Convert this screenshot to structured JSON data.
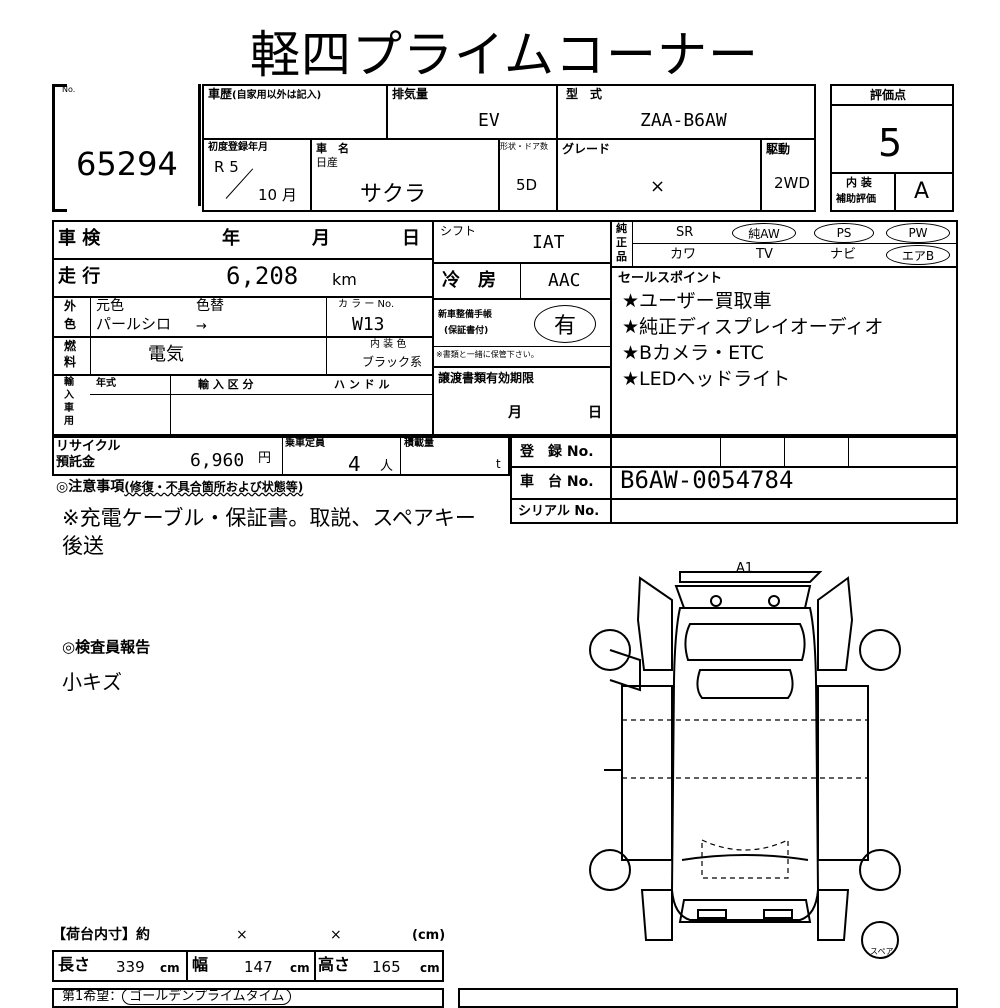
{
  "header": {
    "title": "軽四プライムコーナー"
  },
  "lot": {
    "label": "No.",
    "number": "65294"
  },
  "history": {
    "label": "車歴",
    "note": "(自家用以外は記入)"
  },
  "displacement": {
    "label": "排気量",
    "value": "EV"
  },
  "model": {
    "label": "型　式",
    "value": "ZAA-B6AW"
  },
  "rating": {
    "label": "評価点",
    "value": "5",
    "interior_label": "内 装",
    "interior_sub": "補助評価",
    "interior_value": "A"
  },
  "first_reg": {
    "label": "初度登録年月",
    "era": "R 5",
    "month": "10",
    "month_unit": "月"
  },
  "car_name": {
    "label": "車　名",
    "maker": "日産",
    "name": "サクラ"
  },
  "doors": {
    "label": "形状・ドア数",
    "value": "5D"
  },
  "grade": {
    "label": "グレード",
    "value": "×"
  },
  "drive": {
    "label": "駆動",
    "value": "2WD"
  },
  "inspection": {
    "label": "車 検",
    "year": "年",
    "month": "月",
    "day": "日"
  },
  "shift": {
    "label": "シフト",
    "value": "IAT"
  },
  "mileage": {
    "label": "走 行",
    "value": "6,208",
    "unit": "km"
  },
  "ac": {
    "label": "冷　房",
    "value": "AAC"
  },
  "equipment": {
    "label_1": "純",
    "label_2": "正",
    "label_3": "品",
    "row1": [
      "SR",
      "純AW",
      "PS",
      "PW"
    ],
    "row2": [
      "カワ",
      "TV",
      "ナビ",
      "エアB"
    ]
  },
  "color": {
    "side_label_1": "外",
    "side_label_2": "色",
    "original_label": "元色",
    "change_label": "色替",
    "original": "パールシロ",
    "arrow": "→",
    "color_no_label": "カ ラ ー No.",
    "color_no": "W13"
  },
  "manual": {
    "label": "新車整備手帳",
    "sub": "(保証書付)",
    "value": "有",
    "note": "※書類と一緒に保管下さい。"
  },
  "sales_points": {
    "label": "セールスポイント",
    "items": [
      "★ユーザー買取車",
      "★純正ディスプレイオーディオ",
      "★Bカメラ・ETC",
      "★LEDヘッドライト"
    ]
  },
  "fuel": {
    "label_1": "燃",
    "label_2": "料",
    "value": "電気",
    "interior_color_label": "内 装 色",
    "interior_color": "ブラック系"
  },
  "import": {
    "side_label": [
      "輸",
      "入",
      "車",
      "用"
    ],
    "year_label": "年式",
    "type_label": "輸 入 区 分",
    "handle_label": "ハ ン ド ル"
  },
  "transfer": {
    "label": "譲渡書類有効期限",
    "month": "月",
    "day": "日"
  },
  "recycle": {
    "label_1": "リサイクル",
    "label_2": "預託金",
    "value": "6,960",
    "unit": "円"
  },
  "capacity": {
    "label": "乗車定員",
    "value": "4",
    "unit": "人"
  },
  "load": {
    "label": "積載量",
    "unit": "t"
  },
  "registration": {
    "label": "登　録 No."
  },
  "chassis": {
    "label": "車　台 No.",
    "value": "B6AW-0054784"
  },
  "serial": {
    "label": "シリアル No."
  },
  "notes": {
    "label": "◎注意事項",
    "label_sub": "(修復・不具合箇所および状態等)",
    "line1": "※充電ケーブル・保証書。取説、スペアキー",
    "line2": "後送"
  },
  "inspector": {
    "label": "◎検査員報告",
    "value": "小キズ"
  },
  "diagram": {
    "mark": "A1",
    "spare_label": "スペア"
  },
  "cargo": {
    "label": "【荷台内寸】約",
    "x1": "×",
    "x2": "×",
    "unit": "(cm)",
    "length_label": "長さ",
    "length": "339",
    "width_label": "幅",
    "width": "147",
    "height_label": "高さ",
    "height": "165",
    "cm": "cm"
  },
  "bottom": {
    "prefix": "第1希望：",
    "value": "ゴールデンプライムタイム"
  }
}
